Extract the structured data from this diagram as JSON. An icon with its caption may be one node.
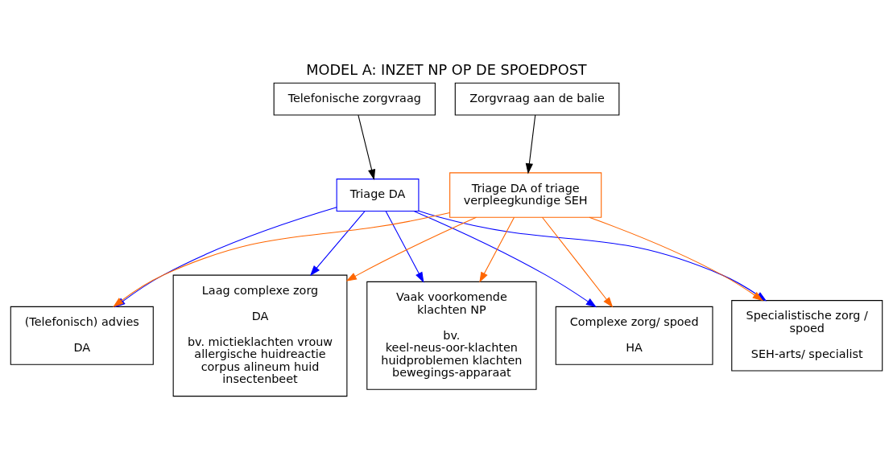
{
  "diagram": {
    "title": "MODEL A: INZET NP OP DE SPOEDPOST",
    "nodes": [
      {
        "text": [
          "Telefonische zorgvraag"
        ]
      },
      {
        "text": [
          "Zorgvraag aan de balie"
        ]
      },
      {
        "text": [
          "Triage DA"
        ]
      },
      {
        "text": [
          "Triage DA of triage verpleegkundige SEH"
        ]
      },
      {
        "text": [
          "(Telefonisch) advies",
          "DA"
        ]
      },
      {
        "text": [
          "Laag complexe zorg",
          "DA",
          "bv. mictieklachten vrouw allergische huidreactie corpus alineum huid insectenbeet"
        ]
      },
      {
        "text": [
          "Vaak voorkomende klachten NP",
          "bv. keel-neus-oor-klachten huidproblemen klachten bewegings-apparaat"
        ]
      },
      {
        "text": [
          "Complexe zorg/ spoed",
          "HA"
        ]
      },
      {
        "text": [
          "Specialistische zorg / spoed",
          "SEH-arts/ specialist"
        ]
      }
    ],
    "edges": [
      {
        "from": 0,
        "to": 2,
        "arrow": "to",
        "color": "#000000"
      },
      {
        "from": 1,
        "to": 3,
        "arrow": "to",
        "color": "#000000"
      },
      {
        "from": 2,
        "to": 4,
        "arrow": "to",
        "color": "#0000ff"
      },
      {
        "from": 2,
        "to": 5,
        "arrow": "to",
        "color": "#0000ff"
      },
      {
        "from": 2,
        "to": 6,
        "arrow": "to",
        "color": "#0000ff"
      },
      {
        "from": 2,
        "to": 7,
        "arrow": "to",
        "color": "#0000ff"
      },
      {
        "from": 2,
        "to": 8,
        "arrow": "to",
        "color": "#0000ff"
      },
      {
        "from": 3,
        "to": 4,
        "arrow": "to",
        "color": "#ff6600"
      },
      {
        "from": 3,
        "to": 5,
        "arrow": "to",
        "color": "#ff6600"
      },
      {
        "from": 3,
        "to": 6,
        "arrow": "to",
        "color": "#ff6600"
      },
      {
        "from": 3,
        "to": 7,
        "arrow": "to",
        "color": "#ff6600"
      },
      {
        "from": 3,
        "to": 8,
        "arrow": "to",
        "color": "#ff6600"
      }
    ]
  }
}
